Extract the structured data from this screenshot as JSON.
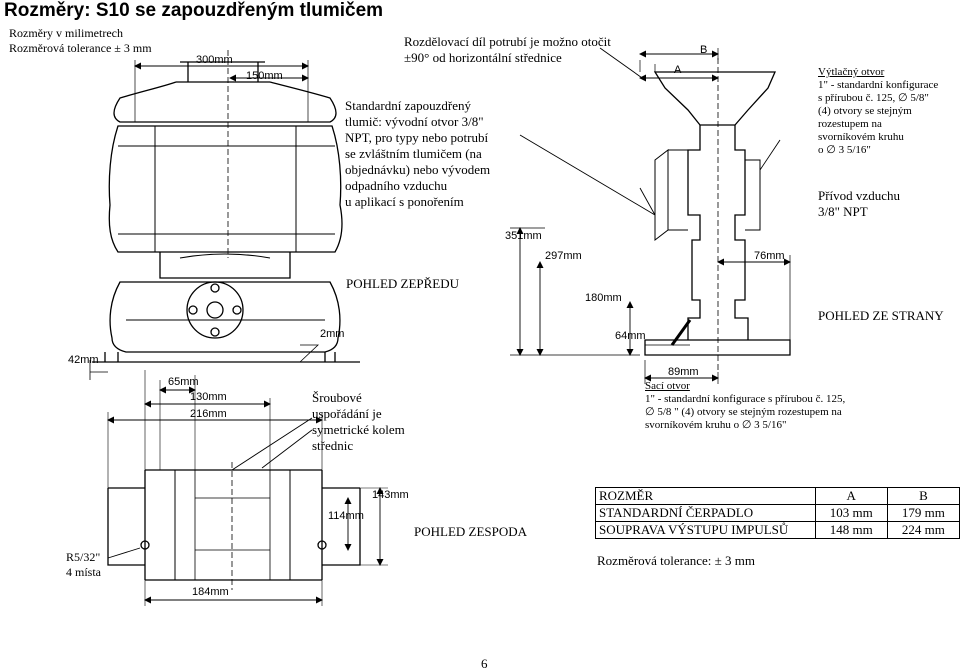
{
  "title": "Rozměry: S10 se zapouzdřeným tlumičem",
  "intro": [
    "Rozměry v milimetrech",
    "Rozměrová tolerance ± 3 mm"
  ],
  "notes": {
    "distributor": [
      "Rozdělovací díl potrubí je možno otočit",
      "±90° od horizontální střednice"
    ],
    "muffler": [
      "Standardní zapouzdřený",
      "tlumič: vývodní otvor 3/8\"",
      "NPT, pro typy nebo potrubí",
      "se zvláštním tlumičem (na",
      "objednávku) nebo vývodem",
      "odpadního vzduchu",
      "u aplikací s ponořením"
    ],
    "discharge": [
      "Výtlačný otvor",
      "1\" - standardní konfigurace",
      "s přírubou č. 125, ∅ 5/8\"",
      "(4) otvory se stejným",
      "rozestupem na",
      "svorníkovém kruhu",
      "o ∅ 3 5/16\""
    ],
    "air_inlet": [
      "Přívod vzduchu",
      "3/8\" NPT"
    ],
    "bolt_pattern": [
      "Šroubové",
      "uspořádání je",
      "symetrické kolem",
      "střednic"
    ],
    "suction": [
      "Sací otvor",
      "1\" - standardní konfigurace s přírubou č. 125,",
      "∅ 5/8 \" (4) otvory se stejným rozestupem na",
      "svorníkovém kruhu o ∅ 3 5/16\""
    ],
    "radius": [
      "R5/32\"",
      "4 místa"
    ]
  },
  "views": {
    "front": "POHLED ZEPŘEDU",
    "side": "POHLED ZE STRANY",
    "bottom": "POHLED ZESPODA"
  },
  "dims": {
    "d300": "300mm",
    "d150": "150mm",
    "d351": "351mm",
    "d297": "297mm",
    "d76": "76mm",
    "d180": "180mm",
    "d64": "64mm",
    "d89": "89mm",
    "d2": "2mm",
    "d42": "42mm",
    "d65": "65mm",
    "d130": "130mm",
    "d216": "216mm",
    "d143": "143mm",
    "d114": "114mm",
    "d184": "184mm",
    "a": "A",
    "b": "B"
  },
  "table": {
    "header": [
      "ROZMĚR",
      "A",
      "B"
    ],
    "rows": [
      [
        "STANDARDNÍ ČERPADLO",
        "103 mm",
        "179 mm"
      ],
      [
        "SOUPRAVA VÝSTUPU IMPULSŮ",
        "148 mm",
        "224 mm"
      ]
    ]
  },
  "tolerance": "Rozměrová tolerance: ± 3 mm",
  "page_number": "6"
}
